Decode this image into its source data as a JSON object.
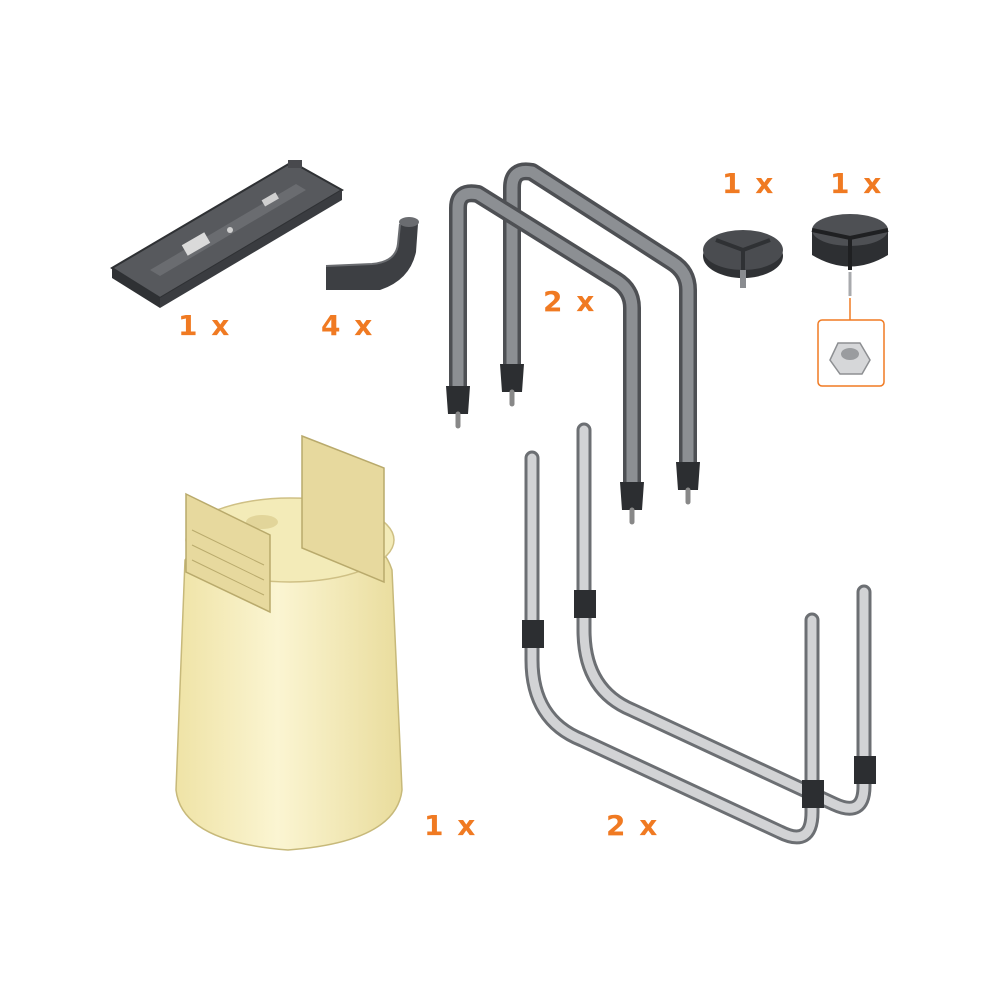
{
  "colors": {
    "accent": "#f07a22",
    "dark_part": "#3f4145",
    "tube_dark": "#6d7074",
    "tube_light": "#c7c9cb",
    "bag": "#f6efc0"
  },
  "parts": [
    {
      "id": "bracket",
      "icon": "mounting-bracket-icon",
      "qty": "1 x"
    },
    {
      "id": "corner",
      "icon": "corner-connector-icon",
      "qty": "4 x"
    },
    {
      "id": "upper-tube",
      "icon": "bent-tube-dark-icon",
      "qty": "2 x"
    },
    {
      "id": "disc",
      "icon": "swivel-disc-icon",
      "qty": "1 x"
    },
    {
      "id": "hub",
      "icon": "hub-with-nut-icon",
      "qty": "1 x"
    },
    {
      "id": "bag",
      "icon": "fabric-bag-icon",
      "qty": "1 x"
    },
    {
      "id": "lower-tube",
      "icon": "bent-tube-light-icon",
      "qty": "2 x"
    }
  ]
}
